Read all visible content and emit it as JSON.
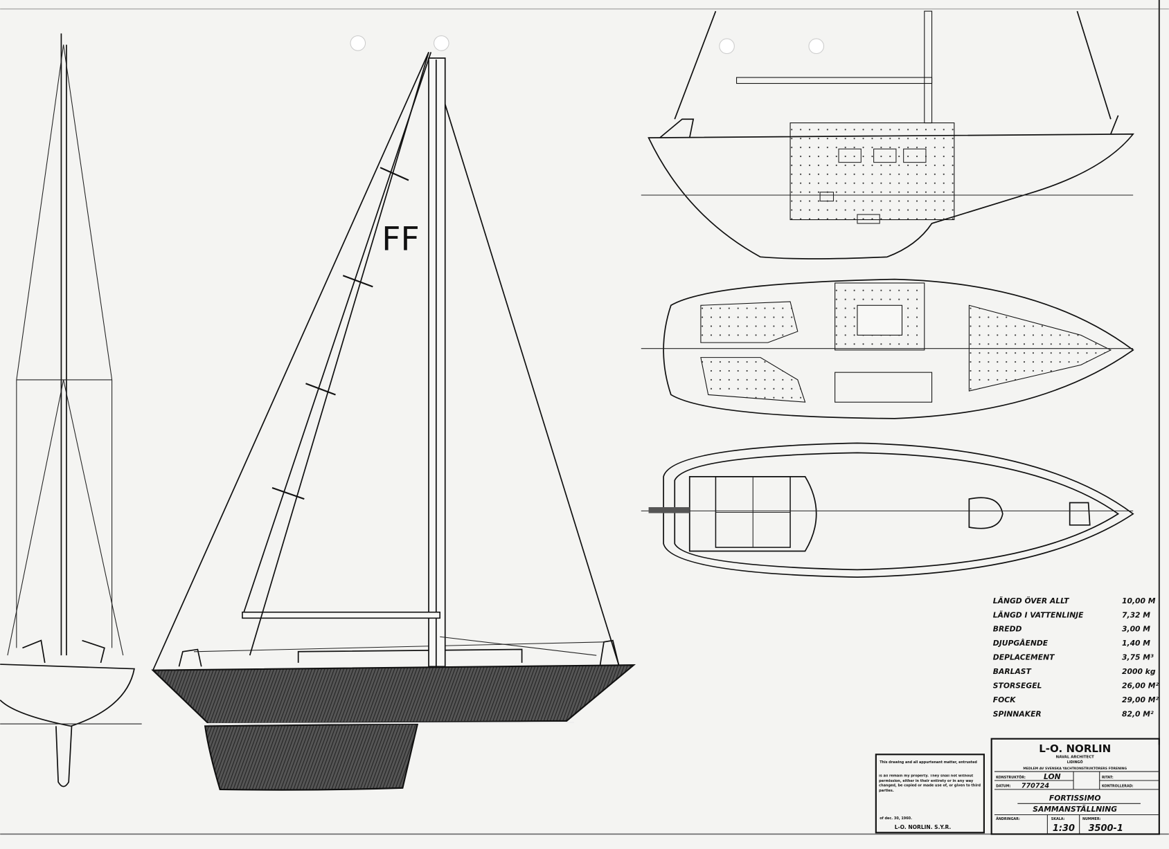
{
  "sail_logo": "FF",
  "specs": [
    {
      "label": "LÄNGD ÖVER ALLT",
      "value": "10,00 M"
    },
    {
      "label": "LÄNGD I VATTENLINJE",
      "value": "7,32 M"
    },
    {
      "label": "BREDD",
      "value": "3,00 M"
    },
    {
      "label": "DJUPGÅENDE",
      "value": "1,40 M"
    },
    {
      "label": "DEPLACEMENT",
      "value": "3,75 M³"
    },
    {
      "label": "BARLAST",
      "value": "2000 kg"
    },
    {
      "label": "STORSEGEL",
      "value": "26,00 M²"
    },
    {
      "label": "FOCK",
      "value": "29,00 M²"
    },
    {
      "label": "SPINNAKER",
      "value": "82,0 M²"
    }
  ],
  "title_block": {
    "firm": "L-O. NORLIN",
    "subtitle": "NAVAL ARCHITECT",
    "location": "LIDINGÖ",
    "membership": "MEDLEM AV SVENSKA YACHTKONSTRUKTÖRERS FÖRENING",
    "designer_label": "KONSTRUKTÖR:",
    "designer": "LON",
    "date_label": "DATUM:",
    "date": "770724",
    "drawn_label": "RITAT:",
    "checked_label": "KONTROLLERAD:",
    "project": "FORTISSIMO",
    "drawing_title": "SAMMANSTÄLLNING",
    "changes_label": "ÄNDRINGAR:",
    "scale_label": "SKALA:",
    "scale": "1:30",
    "number_label": "NUMMER:",
    "number": "3500-1"
  },
  "copyright": {
    "heading": "This drawing and all appurtenant matter, entrusted",
    "body": "is all remain my property. They shall not without permission, either in their entirety or in any way changed, be copied or made use of, or given to third parties.",
    "footer": "of dec. 30, 1960.",
    "signature": "L-O. NORLIN. S.Y.R."
  }
}
